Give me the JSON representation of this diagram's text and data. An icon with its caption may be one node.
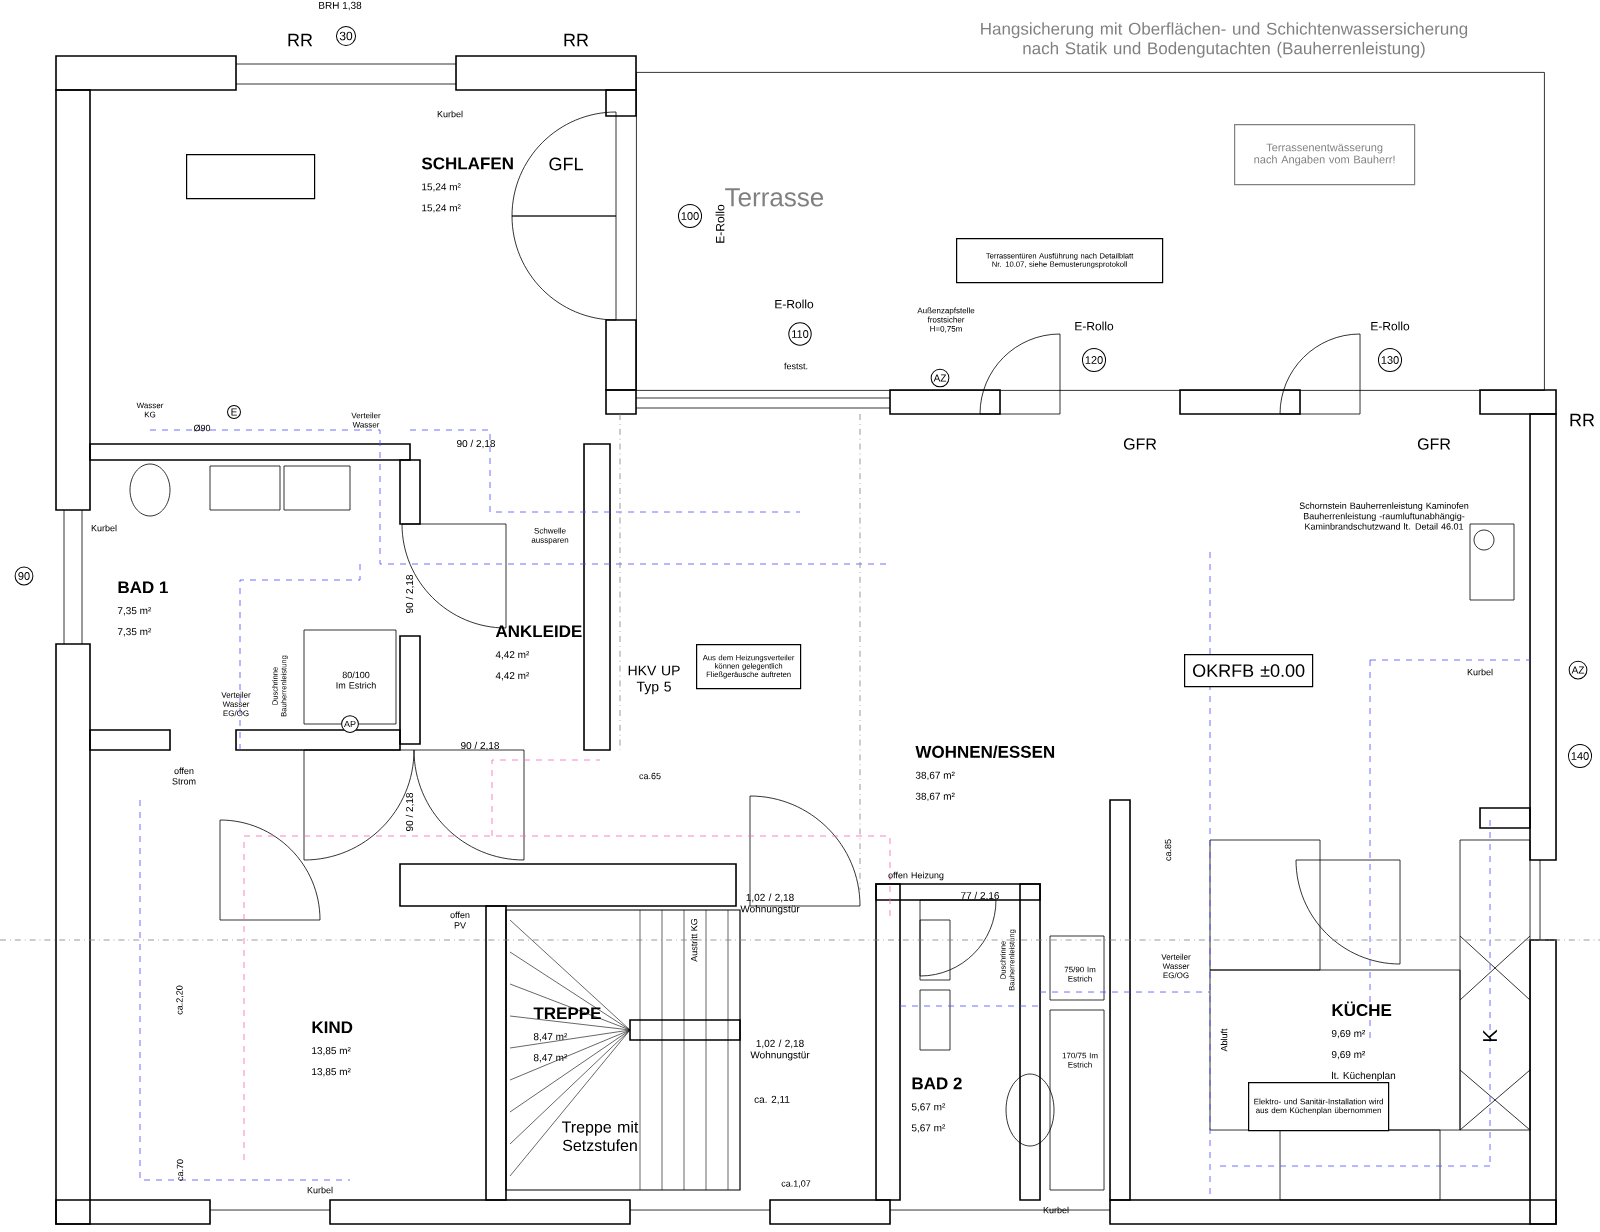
{
  "diagram": {
    "nodes": [
      {
        "text": [
          "SCHLAFEN",
          "15,24 m²",
          "15,24 m²"
        ]
      },
      {
        "text": [
          "BAD 1",
          "7,35 m²",
          "7,35 m²"
        ]
      },
      {
        "text": [
          "ANKLEIDE",
          "4,42 m²",
          "4,42 m²"
        ]
      },
      {
        "text": [
          "WOHNEN/ESSEN",
          "38,67 m²",
          "38,67 m²"
        ]
      },
      {
        "text": [
          "KIND",
          "13,85 m²",
          "13,85 m²"
        ]
      },
      {
        "text": [
          "TREPPE",
          "8,47 m²",
          "8,47 m²"
        ]
      },
      {
        "text": [
          "BAD 2",
          "5,67 m²",
          "5,67 m²"
        ]
      },
      {
        "text": [
          "KÜCHE",
          "9,69 m²",
          "9,69 m²",
          "lt. Küchenplan"
        ]
      },
      {
        "text": [
          "Terrasse"
        ]
      },
      {
        "text": [],
        "shape": "box"
      },
      {
        "text": [
          "Terrassenentwässerung nach Angaben vom Bauherr!"
        ],
        "in": 8
      },
      {
        "text": [
          "Terrassentüren Ausführung nach Detailblatt Nr. 10.07, siehe Bemusterungsprotokoll"
        ],
        "in": 8
      },
      {
        "text": [
          "OKRFB ±0.00"
        ]
      },
      {
        "text": [
          "Aus dem Heizungsverteiler können gelegentlich Fließgeräusche auftreten"
        ]
      },
      {
        "text": [
          "Elektro- und Sanitär-Installation wird aus dem Küchenplan übernommen"
        ]
      }
    ],
    "labels": [
      "BRH 1,38",
      "30",
      "RR",
      "RR",
      "Hangsicherung mit Oberflächen- und Schichtenwassersicherung nach Statik und Bodengutachten (Bauherrenleistung)",
      "GFL",
      "100",
      "E-Rollo",
      "Kurbel",
      "E-Rollo",
      "110",
      "festst.",
      "Außenzapfstelle frostsicher H=0,75m",
      "AZ",
      "E-Rollo",
      "120",
      "E-Rollo",
      "130",
      "RR",
      "GFR",
      "GFR",
      "Wasser KG",
      "E",
      "Ø90",
      "Verteiler Wasser",
      "Kurbel",
      "90",
      "90 / 2,18",
      "Schwelle aussparen",
      "90 / 2,18",
      "Duschrinne Bauherrenleistung",
      "80/100 Im Estrich",
      "AP",
      "Verteiler Wasser EG/OG",
      "HKV UP Typ 5",
      "offen Strom",
      "90 / 2,18",
      "90 / 2,18",
      "ca.65",
      "Schornstein Bauherrenleistung Kaminofen Bauherrenleistung -raumluftunabhängig- Kaminbrandschutzwand lt. Detail 46.01",
      "Kurbel",
      "AZ",
      "140",
      "offen Heizung",
      "1,02 / 2,18 Wohnungstür",
      "77 / 2,16",
      "Austritt KG",
      "offen PV",
      "ca.2,20",
      "1,02 / 2,18 Wohnungstür",
      "ca. 2,11",
      "Treppe mit Setzstufen",
      "ca.70",
      "Kurbel",
      "ca.1,07",
      "Duschrinne Bauherrenleistung",
      "75/90 Im Estrich",
      "170/75 Im Estrich",
      "Verteiler Wasser EG/OG",
      "Abluft",
      "K",
      "Kurbel",
      "ca.85"
    ]
  }
}
